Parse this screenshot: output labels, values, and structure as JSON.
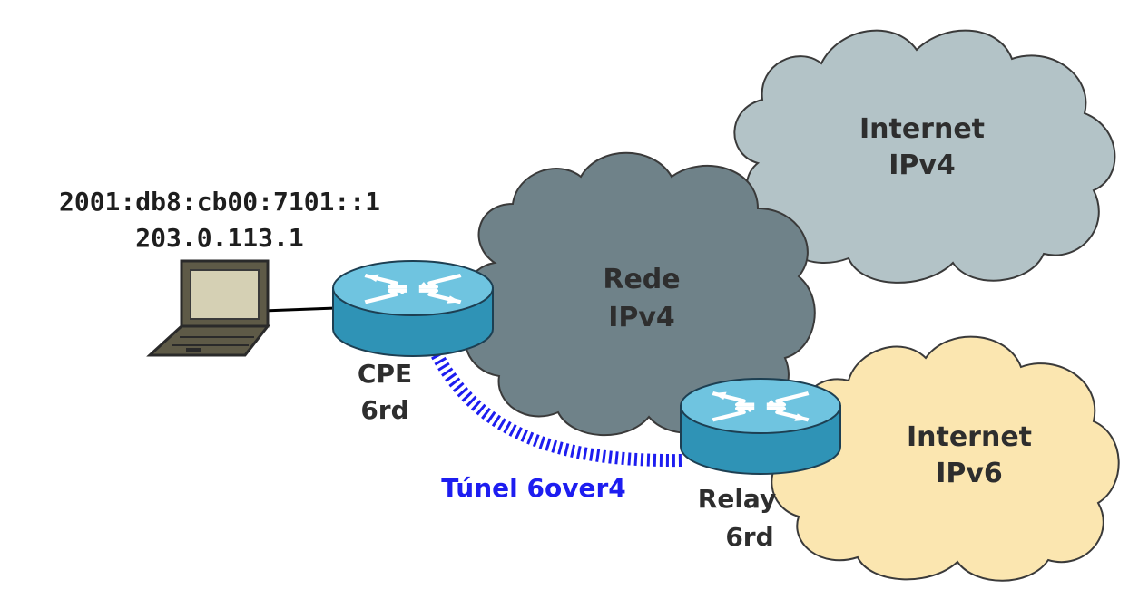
{
  "colors": {
    "cloud_internet_ipv4": "#b3c3c7",
    "cloud_rede_ipv4": "#6f8289",
    "cloud_internet_ipv6": "#fbe6b0",
    "cloud_outline": "#3a3a3a",
    "router_body": "#2f93b6",
    "router_top": "#6fc4e0",
    "router_arrows": "#ffffff",
    "tunnel": "#1d1df0",
    "link": "#000000",
    "laptop_body": "#5e5a47",
    "laptop_screen": "#d5d0b4",
    "text_dark": "#2e2e2e"
  },
  "host": {
    "ipv6_address": "2001:db8:cb00:7101::1",
    "ipv4_address": "203.0.113.1",
    "icon": "laptop-icon"
  },
  "clouds": {
    "internet_ipv4": {
      "line1": "Internet",
      "line2": "IPv4"
    },
    "rede_ipv4": {
      "line1": "Rede",
      "line2": "IPv4"
    },
    "internet_ipv6": {
      "line1": "Internet",
      "line2": "IPv6"
    }
  },
  "routers": {
    "cpe": {
      "line1": "CPE",
      "line2": "6rd",
      "icon": "router-icon"
    },
    "relay": {
      "line1": "Relay",
      "line2": "6rd",
      "icon": "router-icon"
    }
  },
  "tunnel": {
    "label": "Túnel 6over4"
  }
}
